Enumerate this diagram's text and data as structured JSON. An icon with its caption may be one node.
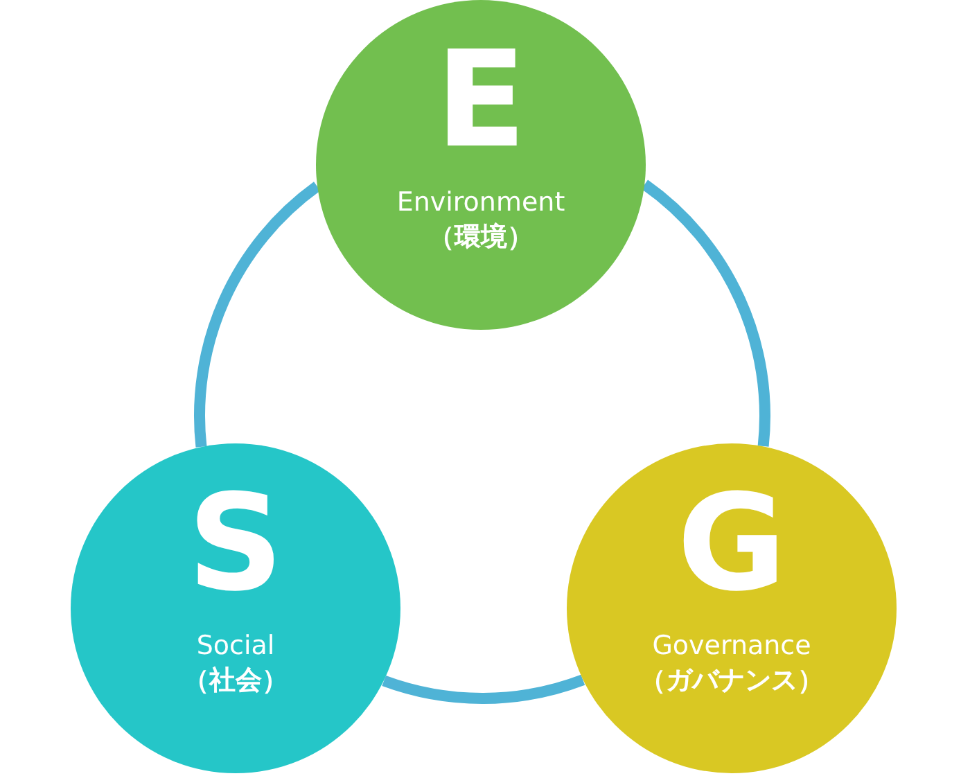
{
  "diagram": {
    "nodes": [
      {
        "text": [
          "E",
          "Environment",
          "（環境）"
        ]
      },
      {
        "text": [
          "S",
          "Social",
          "（社会）"
        ]
      },
      {
        "text": [
          "G",
          "Governance",
          "（ガバナンス）"
        ]
      }
    ],
    "edges": [
      {
        "from": 0,
        "to": 2,
        "arrow": "none"
      },
      {
        "from": 2,
        "to": 1,
        "arrow": "none"
      },
      {
        "from": 1,
        "to": 0,
        "arrow": "none"
      }
    ]
  }
}
